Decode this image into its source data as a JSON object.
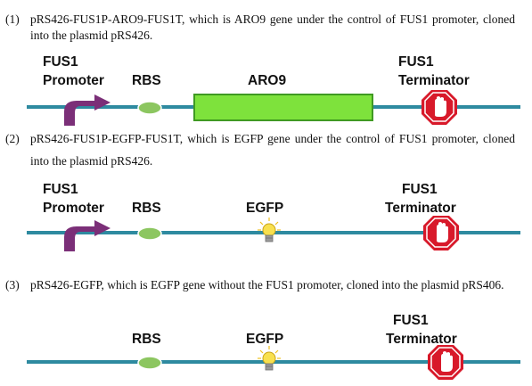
{
  "constructs": [
    {
      "number": "(1)",
      "caption": "pRS426-FUS1P-ARO9-FUS1T, which is ARO9 gene under the control of FUS1 promoter, cloned into the plasmid pRS426.",
      "promoter_label": "FUS1",
      "promoter_label2": "Promoter",
      "rbs_label": "RBS",
      "gene_label": "ARO9",
      "terminator_label": "FUS1",
      "terminator_label2": "Terminator"
    },
    {
      "number": "(2)",
      "caption": "pRS426-FUS1P-EGFP-FUS1T, which is EGFP gene under the control of FUS1 promoter, cloned into the plasmid pRS426.",
      "promoter_label": "FUS1",
      "promoter_label2": "Promoter",
      "rbs_label": "RBS",
      "gene_label": "EGFP",
      "terminator_label": "FUS1",
      "terminator_label2": "Terminator"
    },
    {
      "number": "(3)",
      "caption": "pRS426-EGFP, which is EGFP gene without the FUS1 promoter, cloned into the plasmid pRS406.",
      "rbs_label": "RBS",
      "gene_label": "EGFP",
      "terminator_label": "FUS1",
      "terminator_label2": "Terminator"
    }
  ],
  "colors": {
    "backbone": "#2e8aa0",
    "promoter_arrow": "#7b2f78",
    "rbs": "#8cc660",
    "cds_fill": "#7ee23c",
    "cds_stroke": "#3f9a22",
    "terminator": "#d8192a",
    "bulb": "#f8e04e"
  },
  "icons": [
    "promoter-arrow-icon",
    "rbs-oval-icon",
    "cds-box-icon",
    "light-bulb-icon",
    "terminator-stop-icon"
  ]
}
